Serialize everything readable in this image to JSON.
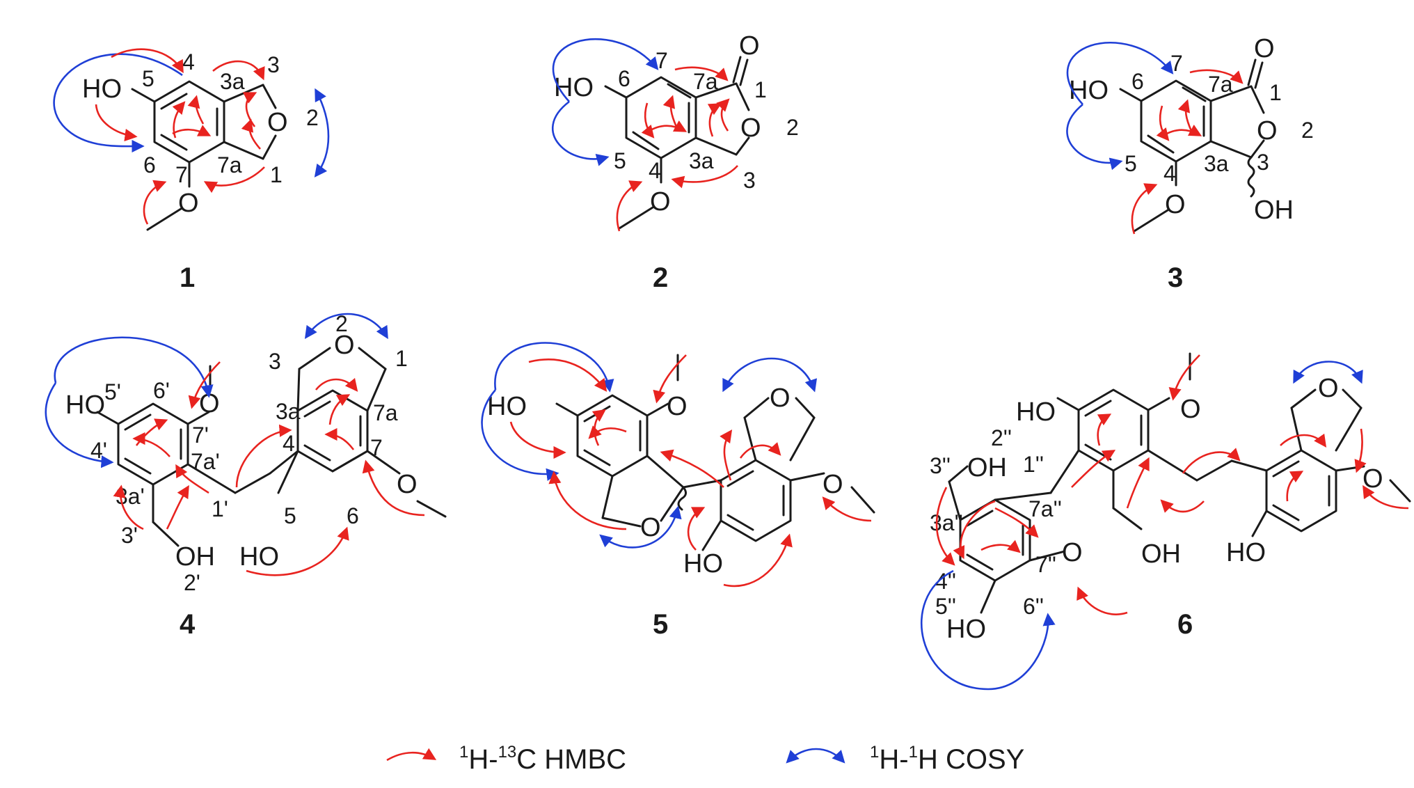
{
  "colors": {
    "hmbc": "#e8231f",
    "cosy": "#1f3fd6",
    "bond": "#1a1a1a"
  },
  "compounds": [
    {
      "id": "1",
      "labels": [
        "4",
        "5",
        "3a",
        "3",
        "2",
        "6",
        "7",
        "7a",
        "1"
      ],
      "groups": [
        "HO",
        "O",
        "O"
      ]
    },
    {
      "id": "2",
      "labels": [
        "7",
        "6",
        "7a",
        "1",
        "2",
        "5",
        "4",
        "3a",
        "3"
      ],
      "groups": [
        "HO",
        "O",
        "O",
        "O"
      ]
    },
    {
      "id": "3",
      "labels": [
        "7",
        "6",
        "7a",
        "1",
        "2",
        "5",
        "4",
        "3a",
        "3"
      ],
      "groups": [
        "HO",
        "O",
        "O",
        "O",
        "OH"
      ]
    },
    {
      "id": "4",
      "labels": [
        "6'",
        "5'",
        "7'",
        "7a'",
        "4'",
        "3a'",
        "1'",
        "3'",
        "2'",
        "2",
        "3",
        "1",
        "3a",
        "4",
        "7a",
        "7",
        "5",
        "6"
      ],
      "groups": [
        "HO",
        "O",
        "O",
        "O",
        "OH",
        "HO"
      ]
    },
    {
      "id": "5",
      "labels": [],
      "groups": [
        "HO",
        "O",
        "O",
        "O",
        "O",
        "HO"
      ]
    },
    {
      "id": "6",
      "labels": [
        "2''",
        "1''",
        "3''",
        "3a''",
        "7a''",
        "4''",
        "7''",
        "5''",
        "6''"
      ],
      "groups": [
        "HO",
        "O",
        "OH",
        "O",
        "OH",
        "HO",
        "O",
        "O",
        "HO"
      ]
    }
  ],
  "legend": {
    "hmbc": {
      "sup1": "1",
      "t1": "H-",
      "sup2": "13",
      "t2": "C HMBC"
    },
    "cosy": {
      "sup1": "1",
      "t1": "H-",
      "sup2": "1",
      "t2": "H COSY"
    }
  }
}
